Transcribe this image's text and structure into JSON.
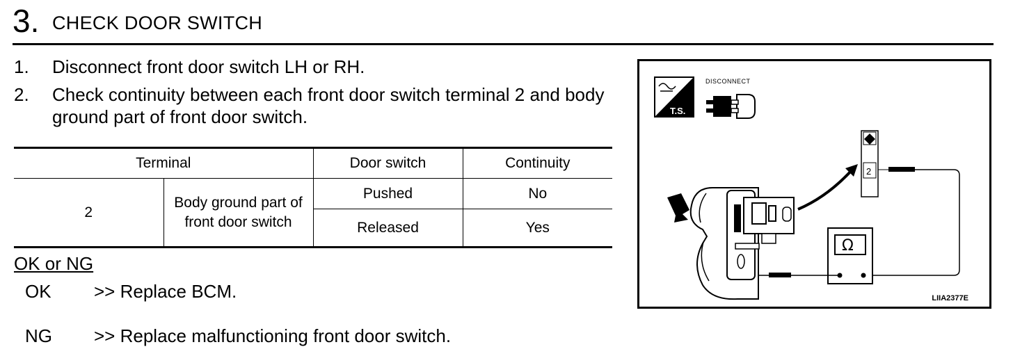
{
  "header": {
    "step_number": "3.",
    "title": "CHECK DOOR SWITCH"
  },
  "instructions": [
    {
      "num": "1.",
      "text": "Disconnect front door switch LH or RH."
    },
    {
      "num": "2.",
      "text": "Check continuity between each front door switch terminal 2 and body ground part of front door switch."
    }
  ],
  "table": {
    "headers": {
      "terminal": "Terminal",
      "door_switch": "Door switch",
      "continuity": "Continuity"
    },
    "terminal_value": "2",
    "ground_label": "Body ground part of front door switch",
    "rows": [
      {
        "door_switch": "Pushed",
        "continuity": "No"
      },
      {
        "door_switch": "Released",
        "continuity": "Yes"
      }
    ]
  },
  "results": {
    "heading": "OK or NG",
    "ok": {
      "label": "OK",
      "text": ">> Replace BCM."
    },
    "ng": {
      "label": "NG",
      "text": ">> Replace malfunctioning front door switch."
    }
  },
  "figure": {
    "ts_label": "T.S.",
    "disconnect_label": "DISCONNECT",
    "terminal_label": "2",
    "meter_symbol": "Ω",
    "figure_id": "LIIA2377E"
  }
}
